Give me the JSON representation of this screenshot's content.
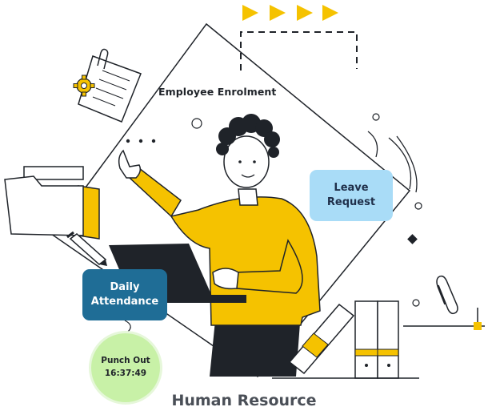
{
  "labels": {
    "enrolment": "Employee Enrolment",
    "leave_line1": "Leave",
    "leave_line2": "Request",
    "daily_line1": "Daily",
    "daily_line2": "Attendance",
    "punch_label": "Punch Out",
    "punch_time": "16:37:49"
  },
  "footer": {
    "title": "Human Resource"
  },
  "colors": {
    "accent_yellow": "#f5c200",
    "leave_card": "#a9dcf7",
    "daily_card": "#1f6d96",
    "punch_badge": "#c8f1a7",
    "outline": "#1f2329"
  },
  "icons": [
    "arrow-right-icon",
    "gear-icon",
    "paperclip-icon",
    "folder-icon",
    "pencil-icon",
    "laptop-icon",
    "binder-icon"
  ]
}
